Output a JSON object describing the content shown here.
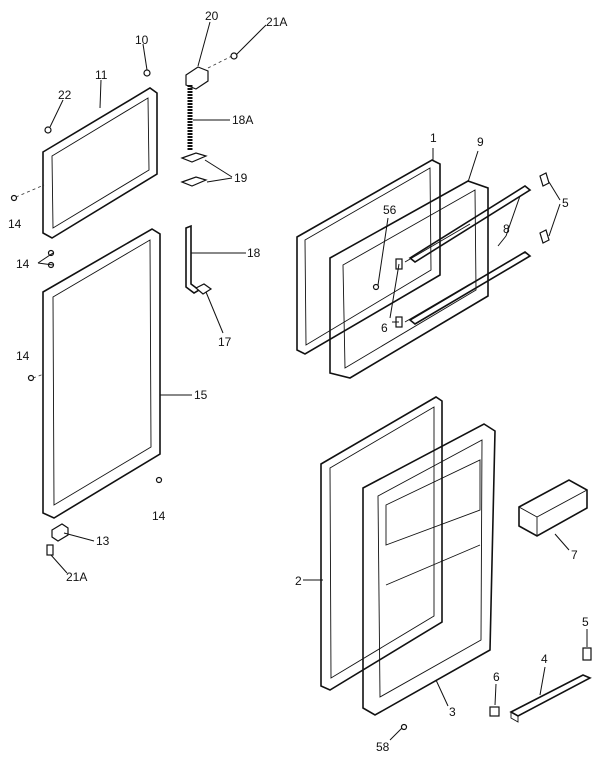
{
  "labels": {
    "l20": "20",
    "l21a_top": "21A",
    "l10": "10",
    "l11": "11",
    "l22": "22",
    "l18a": "18A",
    "l19": "19",
    "l14_a": "14",
    "l14_b": "14",
    "l14_c": "14",
    "l14_d": "14",
    "l18": "18",
    "l17": "17",
    "l15": "15",
    "l13": "13",
    "l21a_bot": "21A",
    "l1": "1",
    "l9": "9",
    "l56": "56",
    "l8": "8",
    "l5_top": "5",
    "l6_top": "6",
    "l2": "2",
    "l7": "7",
    "l5_bot": "5",
    "l4": "4",
    "l6_bot": "6",
    "l3": "3",
    "l58": "58"
  }
}
